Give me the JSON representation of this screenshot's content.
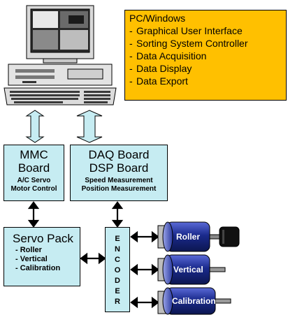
{
  "pc_box": {
    "lines": [
      "PC/Windows",
      "Graphical User Interface",
      "Sorting System Controller",
      "Data Acquisition",
      "Data Display",
      "Data Export"
    ]
  },
  "mmc_board": {
    "title_1": "MMC",
    "title_2": "Board",
    "sub_1": "A/C Servo",
    "sub_2": "Motor Control"
  },
  "daq_board": {
    "title_1": "DAQ Board",
    "title_2": "DSP Board",
    "sub_1": "Speed Measurement",
    "sub_2": "Position Measurement"
  },
  "servo_pack": {
    "title": "Servo Pack",
    "items": [
      "- Roller",
      "- Vertical",
      "- Calibration"
    ]
  },
  "encoder": {
    "letters": [
      "E",
      "N",
      "C",
      "O",
      "D",
      "E",
      "R"
    ]
  },
  "motors": [
    {
      "label": "Roller"
    },
    {
      "label": "Vertical"
    },
    {
      "label": "Calibration"
    }
  ],
  "colors": {
    "accent_box": "#ffc000",
    "board_fill": "#c6ecf2",
    "motor_body": "#1a2a8c"
  }
}
